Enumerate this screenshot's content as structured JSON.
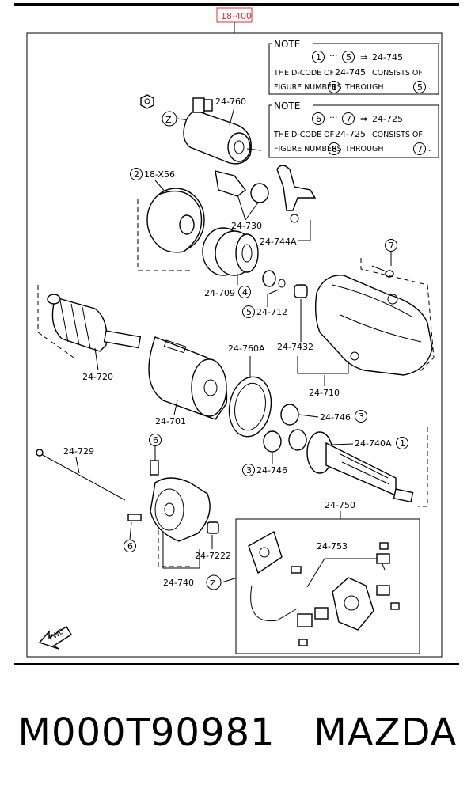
{
  "page_ref": "18-400",
  "notes": [
    {
      "title": "NOTE",
      "from": "1",
      "to": "5",
      "result_code": "24-745",
      "line2_prefix": "THE D-CODE OF",
      "line2_code": "24-745",
      "line2_suffix": "CONSISTS OF",
      "line3_prefix": "FIGURE NUMBERS",
      "line3_mid": "THROUGH",
      "range_from": "1",
      "range_to": "5"
    },
    {
      "title": "NOTE",
      "from": "6",
      "to": "7",
      "result_code": "24-725",
      "line2_prefix": "THE D-CODE OF",
      "line2_code": "24-725",
      "line2_suffix": "CONSISTS OF",
      "line3_prefix": "FIGURE NUMBERS",
      "line3_mid": "THROUGH",
      "range_from": "6",
      "range_to": "7"
    }
  ],
  "labels": {
    "p24_760": "24-760",
    "z_top": "Z",
    "p18_x56": "18-X56",
    "c2": "2",
    "p24_730": "24-730",
    "p24_744a": "24-744A",
    "c7_top": "7",
    "p24_709": "24-709",
    "c4": "4",
    "p24_712": "24-712",
    "c5": "5",
    "p24_7432": "24-7432",
    "p24_720": "24-720",
    "p24_760a": "24-760A",
    "p24_710": "24-710",
    "p24_701": "24-701",
    "p24_746_top": "24-746",
    "c3_top": "3",
    "p24_740a": "24-740A",
    "c1": "1",
    "p24_746_bot": "24-746",
    "c3_bot": "3",
    "p24_729": "24-729",
    "c6_top": "6",
    "p24_750": "24-750",
    "p24_753": "24-753",
    "p24_7222": "24-7222",
    "c6_bot": "6",
    "p24_740": "24-740",
    "z_bot": "Z",
    "fwd": "FWD"
  },
  "footer": {
    "part_number": "M000T90981",
    "brand": "MAZDA"
  }
}
